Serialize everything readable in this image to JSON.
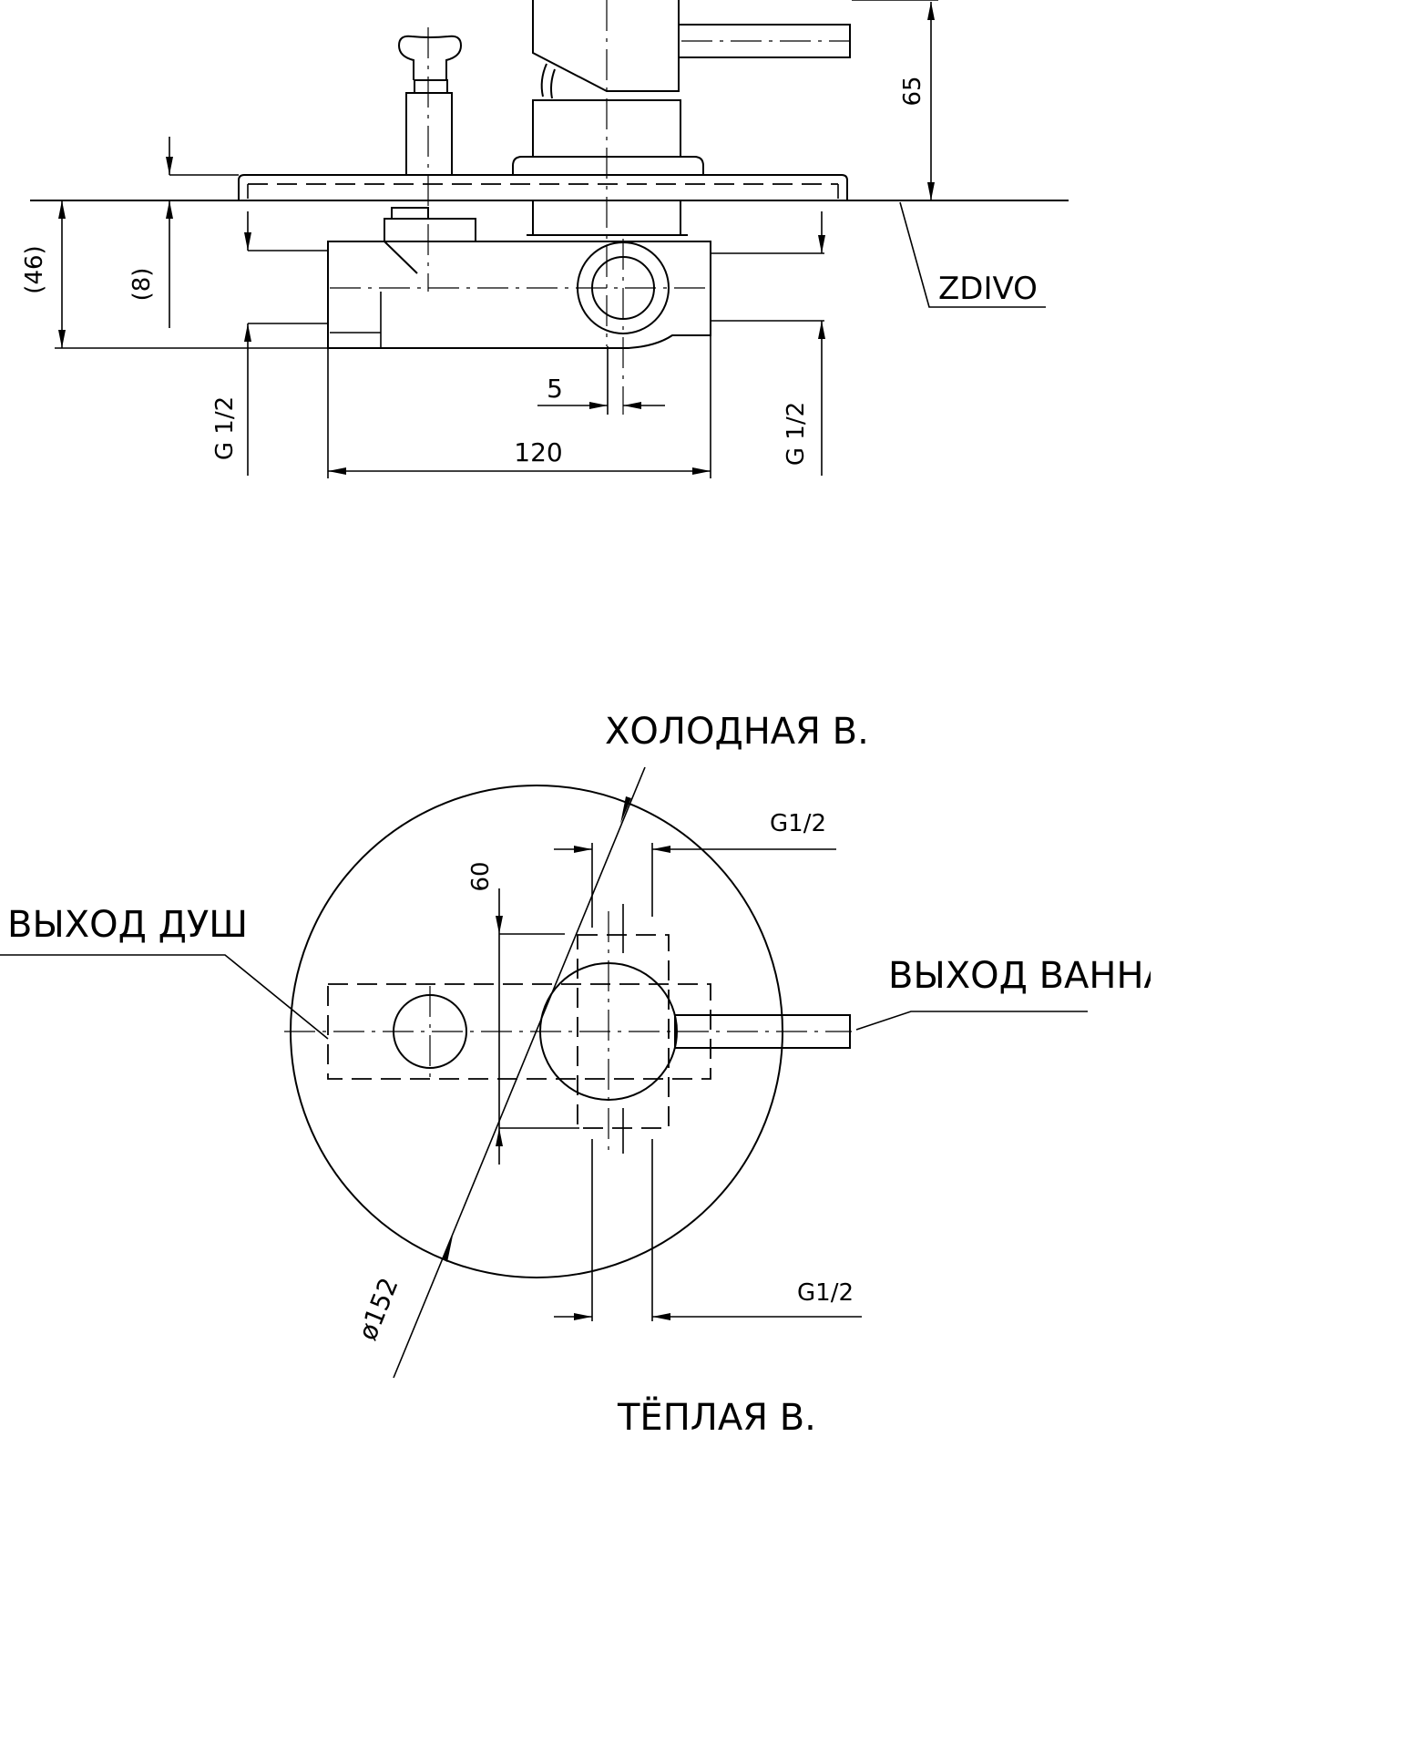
{
  "side_view": {
    "dim_height_65": "65",
    "dim_depth_46": "(46)",
    "dim_depth_8": "(8)",
    "dim_width_120": "120",
    "dim_offset_5": "5",
    "thread_left": "G 1/2",
    "thread_right": "G 1/2",
    "wall_label": "ZDIVO"
  },
  "front_view": {
    "cold_water_label": "ХОЛОДНАЯ В.",
    "warm_water_label": "ТЁПЛАЯ В.",
    "shower_outlet_label": "ВЫХОД ДУШ",
    "bath_outlet_label": "ВЫХОД ВАННА",
    "thread_top": "G1/2",
    "thread_bottom": "G1/2",
    "dim_60": "60",
    "dim_diameter": "ø152"
  },
  "colors": {
    "line": "#000000",
    "background": "#ffffff"
  }
}
